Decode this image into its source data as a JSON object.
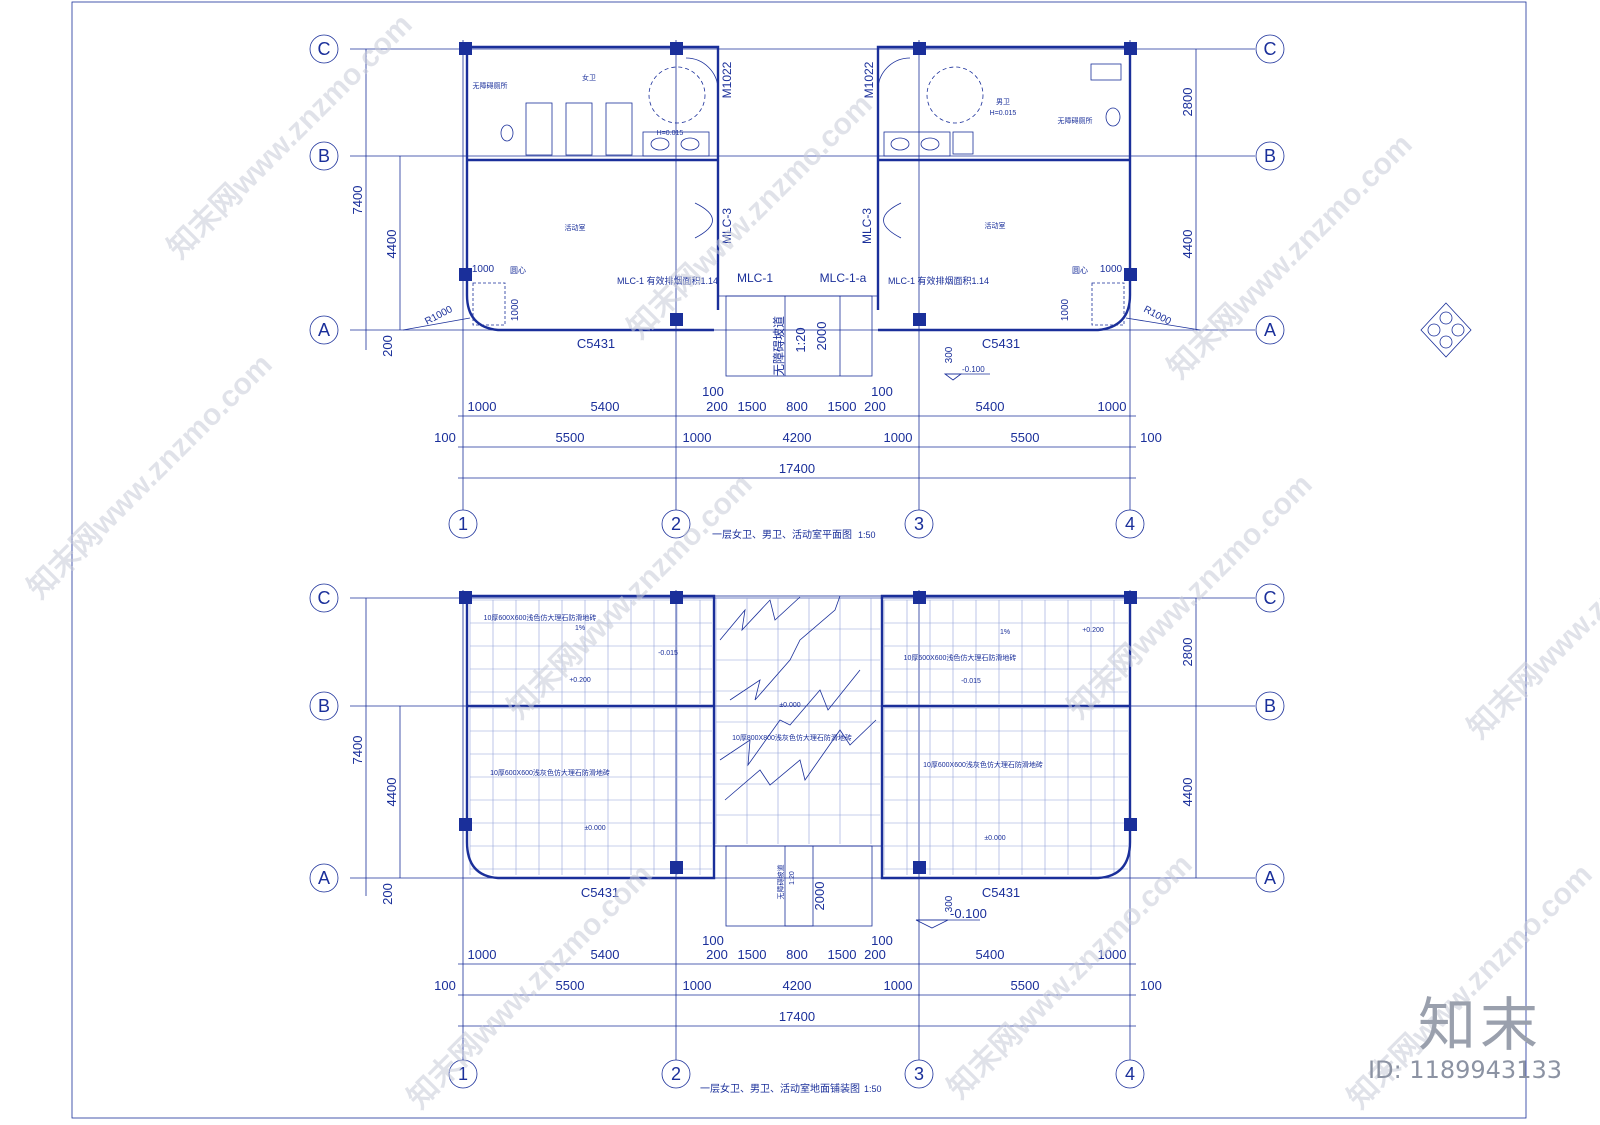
{
  "plan1": {
    "title": "一层女卫、男卫、活动室平面图",
    "scale": "1:50",
    "axis_rows": [
      "C",
      "B",
      "A"
    ],
    "axis_cols": [
      "1",
      "2",
      "3",
      "4"
    ],
    "dims_left": {
      "total": "7400",
      "upper": "2800",
      "lower": "4400",
      "bottom": "200"
    },
    "dim_row1": [
      "1000",
      "5400",
      "100",
      "200",
      "1500",
      "800",
      "1500",
      "200",
      "100",
      "5400",
      "1000"
    ],
    "dim_row2": [
      "100",
      "5500",
      "1000",
      "4200",
      "1000",
      "5500",
      "100"
    ],
    "dim_total": "17400",
    "labels": {
      "door_m1": "M1022",
      "door_m2": "M1022",
      "mlc3_left": "MLC-3",
      "mlc3_right": "MLC-3",
      "mlc1": "MLC-1",
      "mlc1a": "MLC-1-a",
      "smoke_left": "MLC-1 有效排烟面积1.14",
      "smoke_right": "MLC-1 有效排烟面积1.14",
      "window_left": "C5431",
      "window_right": "C5431",
      "ramp": "无障碍坡道",
      "ramp_slope": "1:20",
      "ramp_len": "2000",
      "r_left": "R1000",
      "r_right": "R1000",
      "d1000": "1000",
      "d300": "300",
      "level": "-0.100",
      "circle": "圆心",
      "room_left": "活动室",
      "room_right": "活动室",
      "toilet_f": "女卫",
      "toilet_m": "男卫",
      "acc_left": "无障碍厕所",
      "acc_right": "无障碍厕所",
      "h_left": "H=0.015",
      "h_right": "H=0.015"
    }
  },
  "plan2": {
    "title": "一层女卫、男卫、活动室地面铺装图",
    "scale": "1:50",
    "axis_rows": [
      "C",
      "B",
      "A"
    ],
    "axis_cols": [
      "1",
      "2",
      "3",
      "4"
    ],
    "dims_left": {
      "total": "7400",
      "upper": "2800",
      "lower": "4400",
      "bottom": "200"
    },
    "dim_row1": [
      "1000",
      "5400",
      "100",
      "200",
      "1500",
      "800",
      "1500",
      "200",
      "100",
      "5400",
      "1000"
    ],
    "dim_row2": [
      "100",
      "5500",
      "1000",
      "4200",
      "1000",
      "5500",
      "100"
    ],
    "dim_total": "17400",
    "labels": {
      "tile_wc_left": "10厚600X600浅色仿大理石防滑地砖",
      "tile_wc_right": "10厚600X600浅色仿大理石防滑地砖",
      "tile_room_left": "10厚600X600浅灰色仿大理石防滑地砖",
      "tile_room_right": "10厚600X600浅灰色仿大理石防滑地砖",
      "tile_corridor": "10厚800X800浅灰色仿大理石防滑地砖",
      "slope": "1%",
      "lv_0": "±0.000",
      "lv_p200": "+0.200",
      "lv_m015": "-0.015",
      "lv_m100": "-0.100",
      "window_left": "C5431",
      "window_right": "C5431",
      "ramp": "无障碍坡道",
      "ramp_slope": "1:20",
      "ramp_len": "2000",
      "d300": "300"
    }
  },
  "watermark": "知末网www.znzmo.com",
  "brand": "知末",
  "image_id": "ID: 1189943133",
  "colors": {
    "ink": "#1a2f9a",
    "grid": "#8fa0d8",
    "watermark": "#c8ccd8"
  }
}
